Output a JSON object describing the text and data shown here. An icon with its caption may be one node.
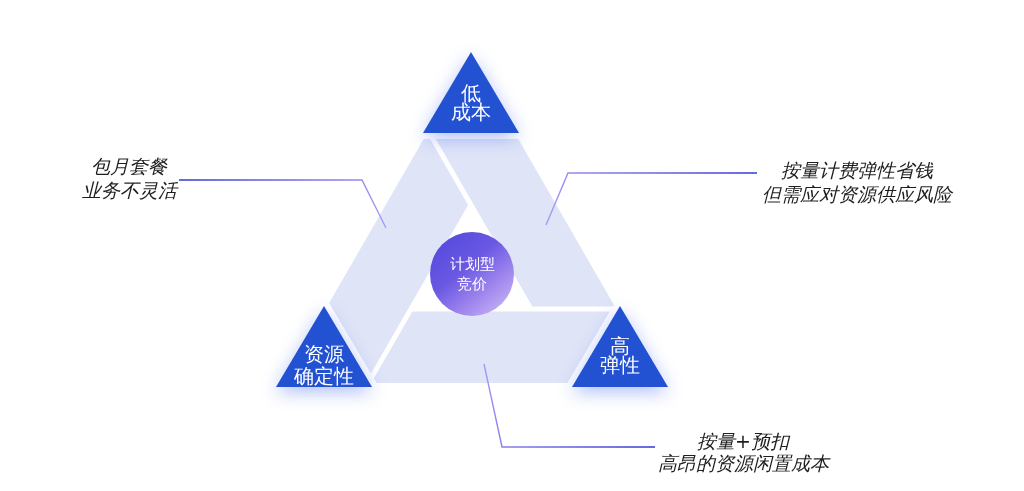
{
  "diagram": {
    "nodes": [
      {
        "text": [
          "低成本"
        ]
      },
      {
        "text": [
          "包月套餐业务不灵活"
        ]
      },
      {
        "text": [
          "按量计费弹性省钱但需应对资源供应风险"
        ]
      },
      {
        "text": [],
        "shape": "parallelogram"
      },
      {
        "text": [],
        "shape": "parallelogram"
      },
      {
        "text": [
          "计划型竞价"
        ]
      },
      {
        "text": [],
        "shape": "parallelogram"
      },
      {
        "text": [
          "资源确定性"
        ]
      },
      {
        "text": [
          "高弹性"
        ]
      },
      {
        "text": [
          "按量+预扣高昂的资源闲置成本"
        ]
      }
    ],
    "edges": [
      {
        "from": 1,
        "to": 3,
        "arrow": "none"
      },
      {
        "from": 2,
        "to": 4,
        "arrow": "none"
      },
      {
        "from": 9,
        "to": 6,
        "arrow": "none"
      }
    ]
  }
}
